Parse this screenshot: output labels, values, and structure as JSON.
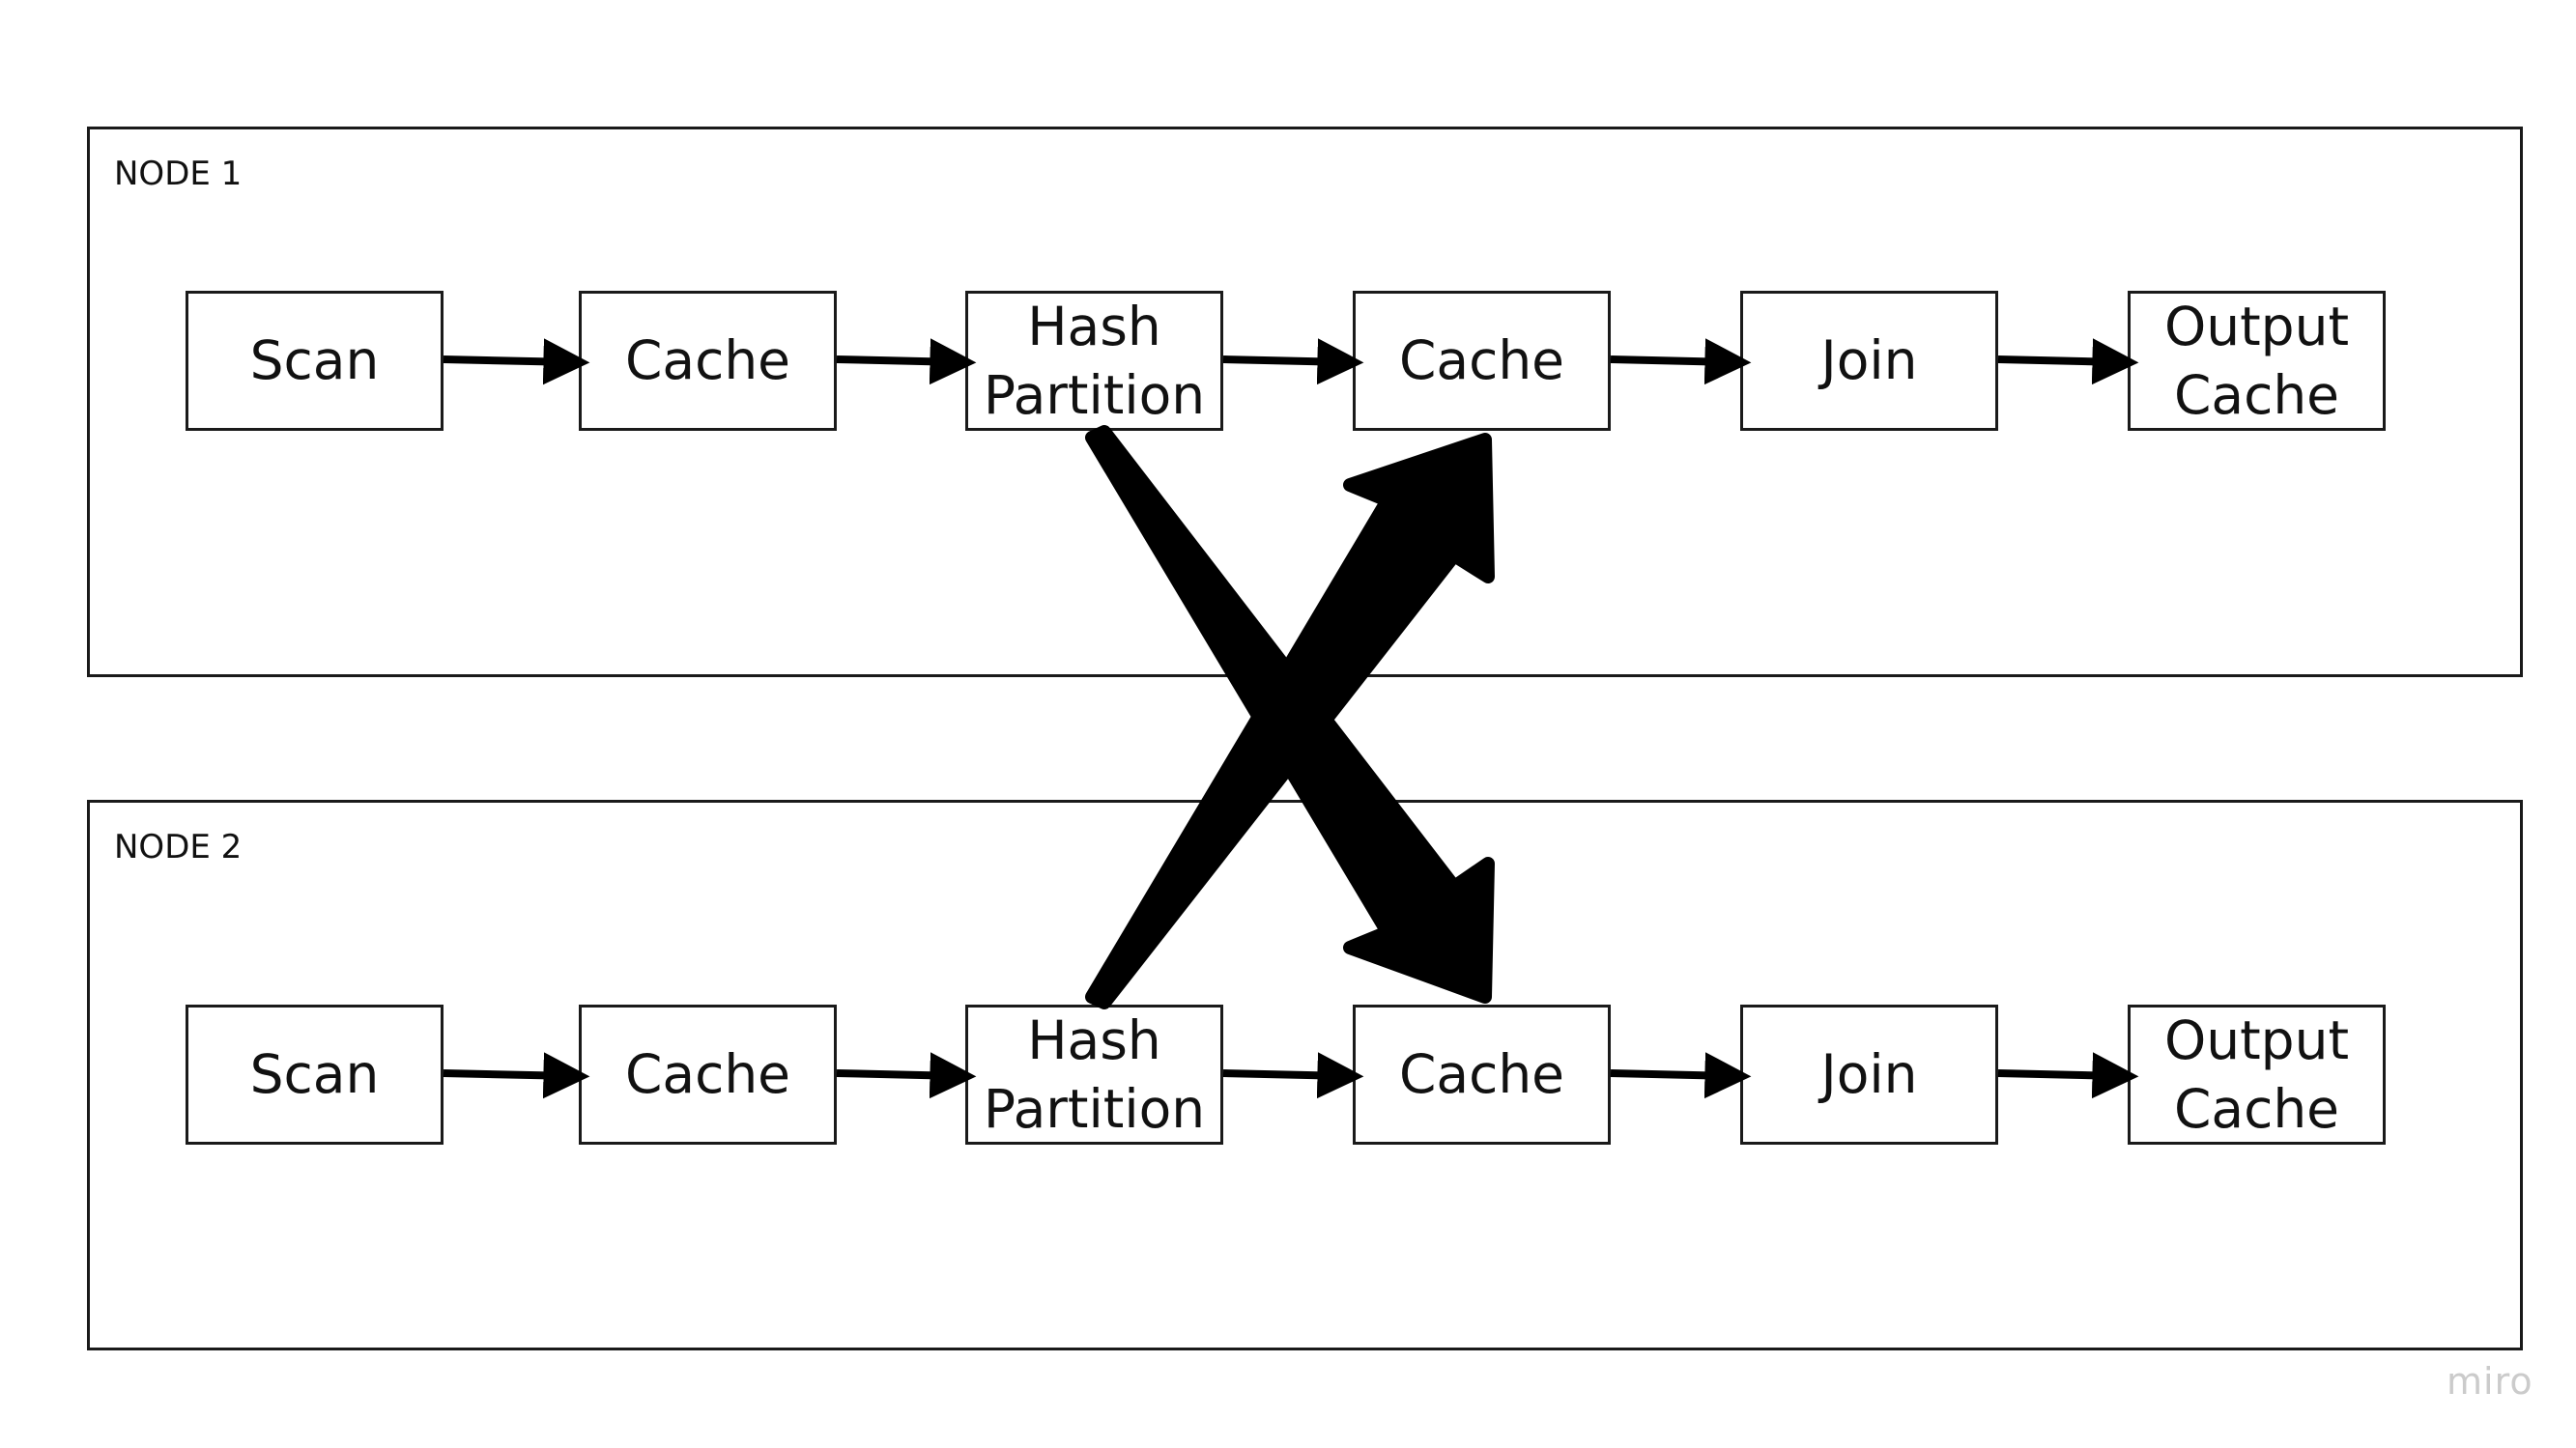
{
  "nodes": [
    {
      "label": "NODE 1",
      "steps": [
        "Scan",
        "Cache",
        "Hash\nPartition",
        "Cache",
        "Join",
        "Output\nCache"
      ]
    },
    {
      "label": "NODE 2",
      "steps": [
        "Scan",
        "Cache",
        "Hash\nPartition",
        "Cache",
        "Join",
        "Output\nCache"
      ]
    }
  ],
  "watermark": "miro",
  "colors": {
    "stroke": "#1a1a1a",
    "arrow": "#000000",
    "watermark": "#cbcbcb"
  }
}
